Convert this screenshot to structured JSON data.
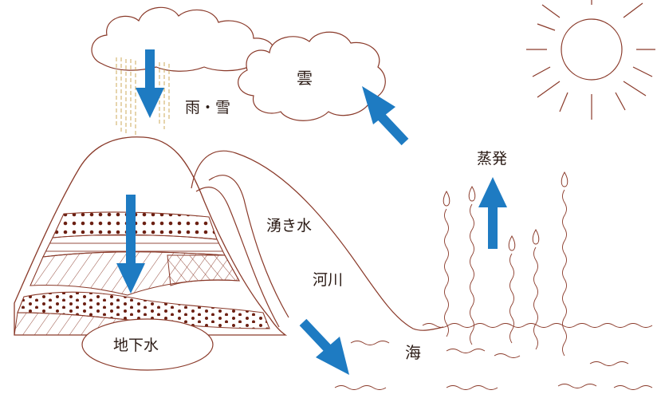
{
  "labels": {
    "cloud": "雲",
    "precipitation": "雨・雪",
    "evaporation": "蒸発",
    "spring_water": "湧き水",
    "river": "河川",
    "groundwater": "地下水",
    "sea": "海"
  },
  "colors": {
    "line": "#8a3a2a",
    "arrow": "#1e7bc2",
    "dots": "#6b1f12",
    "text": "#2a1a14"
  },
  "icons": [
    "sun-icon",
    "cloud-icon",
    "mountain-icon",
    "arrow-icon",
    "water-droplet-icon",
    "wave-icon"
  ]
}
